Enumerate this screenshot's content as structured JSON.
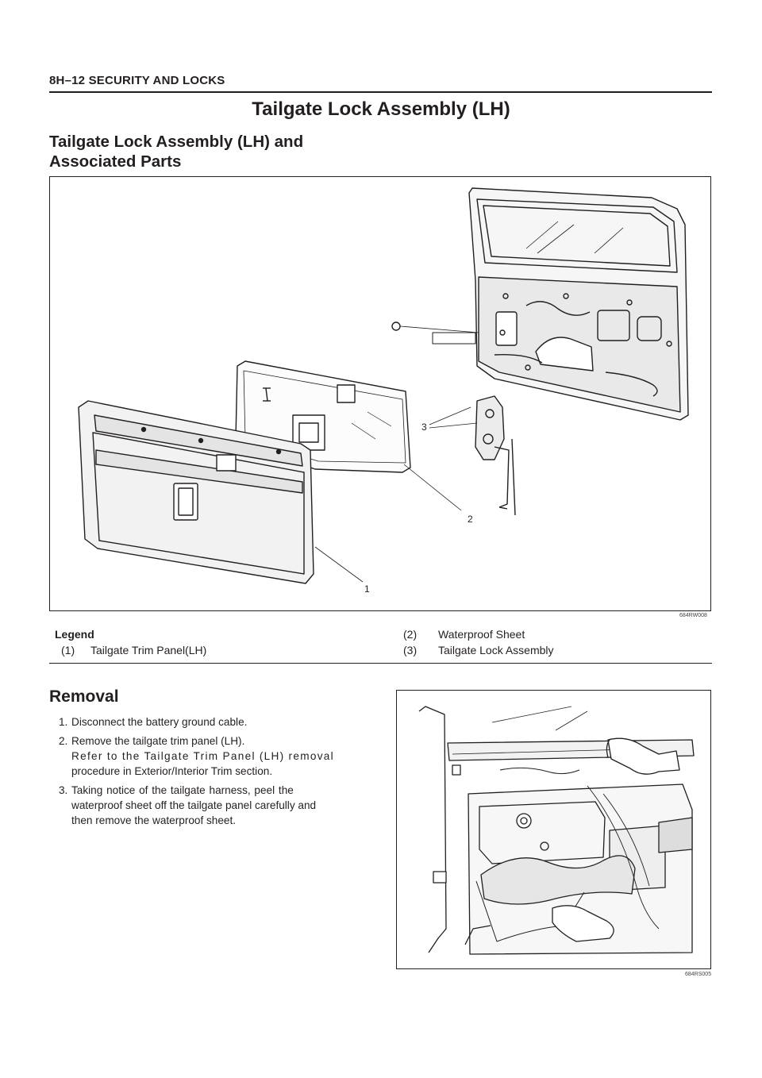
{
  "header": {
    "text": "8H–12  SECURITY AND LOCKS"
  },
  "title": "Tailgate Lock Assembly (LH)",
  "subtitle": {
    "line1": "Tailgate Lock Assembly (LH) and",
    "line2": "Associated Parts"
  },
  "figure1": {
    "code": "684RW008",
    "callouts": [
      "1",
      "2",
      "3"
    ]
  },
  "legend": {
    "title": "Legend",
    "items": [
      {
        "num": "(1)",
        "label": "Tailgate Trim Panel(LH)"
      },
      {
        "num": "(2)",
        "label": "Waterproof Sheet"
      },
      {
        "num": "(3)",
        "label": "Tailgate Lock Assembly"
      }
    ]
  },
  "removal": {
    "heading": "Removal",
    "steps": [
      {
        "num": "1.",
        "text": "Disconnect the battery ground cable."
      },
      {
        "num": "2.",
        "text": "Remove the tailgate trim panel (LH).",
        "sub1": "Refer to the Tailgate Trim Panel (LH) removal",
        "sub2": "procedure in Exterior/Interior Trim section."
      },
      {
        "num": "3.",
        "line1": "Taking  notice  of  the  tailgate  harness,  peel  the",
        "line2": "waterproof sheet off the tailgate panel carefully and",
        "line3": "then remove the waterproof sheet."
      }
    ]
  },
  "figure2": {
    "code": "684RS005"
  }
}
